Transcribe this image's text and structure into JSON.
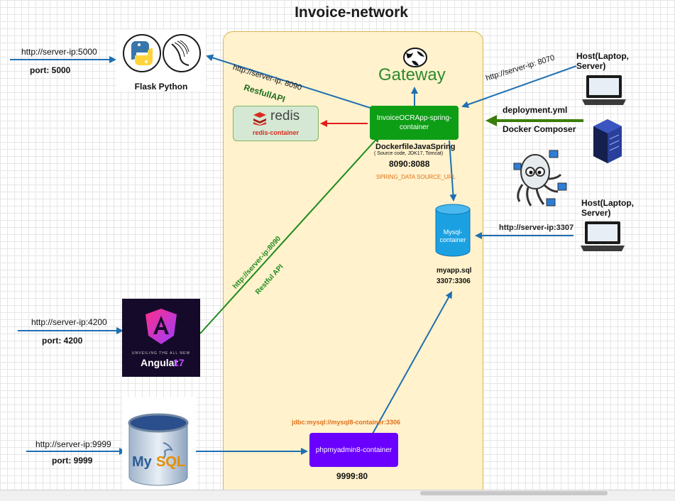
{
  "title": "Invoice-network",
  "flask": {
    "url": "http://server-ip:5000",
    "port": "port: 5000",
    "label": "Flask Python"
  },
  "spring_link": {
    "url": "http://server-ip: 8090",
    "api": "ResfullAPI"
  },
  "gateway": {
    "label": "Gateway"
  },
  "host_top": {
    "label_line1": "Host(Laptop,",
    "label_line2": "Server)",
    "url": "http://server-ip: 8070"
  },
  "spring": {
    "line1": "InvoiceOCRApp-spring-",
    "line2": "container",
    "dockerfile": "DockerfileJavaSpring",
    "dockerfile_sub": "( Source code, JDK17, Tomcat)",
    "ports": "8090:8088",
    "env": "SPRING_DATA SOURCE_URL"
  },
  "redis": {
    "logo_text": "redis",
    "label": "redis-container"
  },
  "deploy": {
    "file": "deployment.yml",
    "tool": "Docker Composer"
  },
  "mysql": {
    "line1": "Mysql-",
    "line2": "container",
    "file": "myapp.sql",
    "ports": "3307:3306"
  },
  "host_mid": {
    "label_line1": "Host(Laptop,",
    "label_line2": "Server)",
    "url": "http://server-ip:3307"
  },
  "angular": {
    "url": "http://server-ip:4200",
    "port": "port: 4200",
    "link_url": "http://server-ip:8090",
    "link_api": "Restful API",
    "tagline": "UNVEILING THE ALL NEW",
    "name": "Angular",
    "version": "17"
  },
  "phpmyadmin": {
    "label": "phpmyadmin8-container",
    "jdbc": "jdbc:mysql://mysql8-container:3306",
    "ports": "9999:80"
  },
  "mysql_logo": {
    "url": "http://server-ip:9999",
    "port": "port: 9999",
    "text_my": "My",
    "text_sql": "SQL"
  },
  "colors": {
    "arrow_blue": "#1f6fb2",
    "arrow_green": "#1d8a1d",
    "arrow_red": "#e31b1b",
    "deploy_green": "#3a7d0a",
    "orange_text": "#e0701a"
  }
}
